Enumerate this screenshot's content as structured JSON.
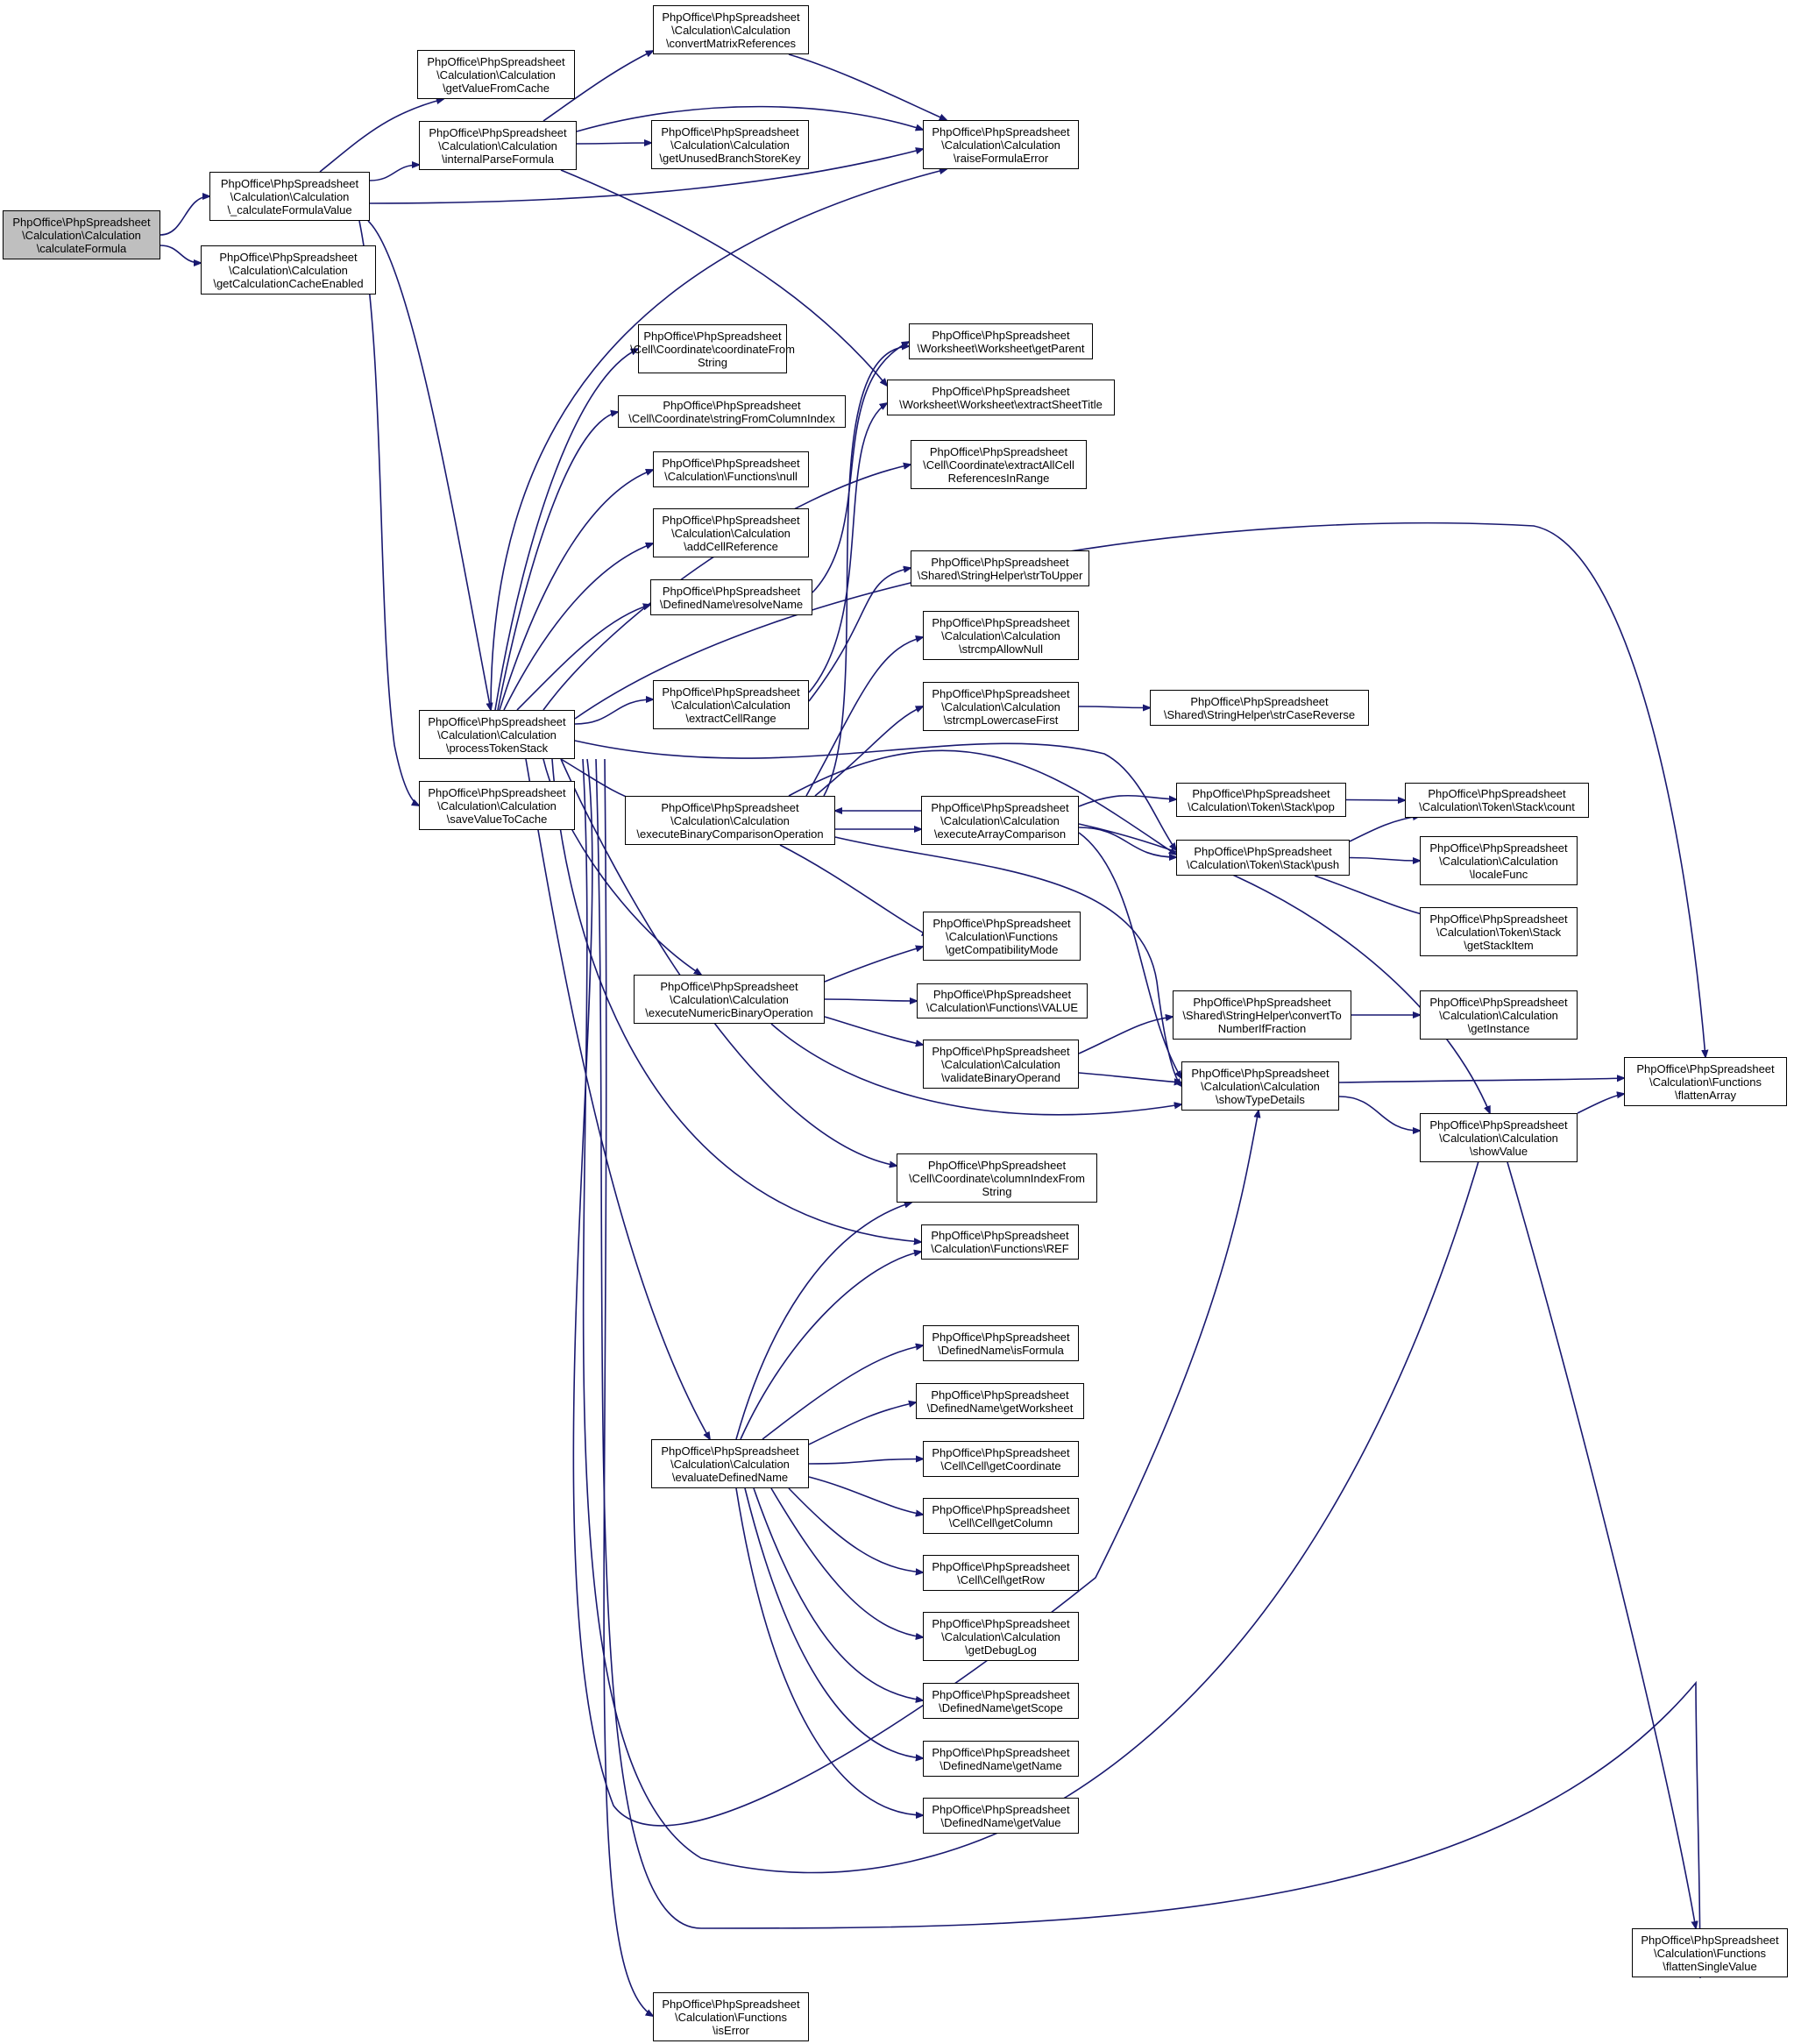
{
  "colors": {
    "edge": "#191970",
    "root_fill": "#bfbfbf",
    "node_fill": "#ffffff",
    "border": "#000000"
  },
  "nodes": {
    "calculateFormula": [
      "PhpOffice\\PhpSpreadsheet",
      "\\Calculation\\Calculation",
      "\\calculateFormula"
    ],
    "_calculateFormulaValue": [
      "PhpOffice\\PhpSpreadsheet",
      "\\Calculation\\Calculation",
      "\\_calculateFormulaValue"
    ],
    "getCalculationCacheEnabled": [
      "PhpOffice\\PhpSpreadsheet",
      "\\Calculation\\Calculation",
      "\\getCalculationCacheEnabled"
    ],
    "getValueFromCache": [
      "PhpOffice\\PhpSpreadsheet",
      "\\Calculation\\Calculation",
      "\\getValueFromCache"
    ],
    "internalParseFormula": [
      "PhpOffice\\PhpSpreadsheet",
      "\\Calculation\\Calculation",
      "\\internalParseFormula"
    ],
    "convertMatrixReferences": [
      "PhpOffice\\PhpSpreadsheet",
      "\\Calculation\\Calculation",
      "\\convertMatrixReferences"
    ],
    "getUnusedBranchStoreKey": [
      "PhpOffice\\PhpSpreadsheet",
      "\\Calculation\\Calculation",
      "\\getUnusedBranchStoreKey"
    ],
    "raiseFormulaError": [
      "PhpOffice\\PhpSpreadsheet",
      "\\Calculation\\Calculation",
      "\\raiseFormulaError"
    ],
    "processTokenStack": [
      "PhpOffice\\PhpSpreadsheet",
      "\\Calculation\\Calculation",
      "\\processTokenStack"
    ],
    "saveValueToCache": [
      "PhpOffice\\PhpSpreadsheet",
      "\\Calculation\\Calculation",
      "\\saveValueToCache"
    ],
    "coordinateFromString": [
      "PhpOffice\\PhpSpreadsheet",
      "\\Cell\\Coordinate\\coordinateFrom",
      "String"
    ],
    "stringFromColumnIndex": [
      "PhpOffice\\PhpSpreadsheet",
      "\\Cell\\Coordinate\\stringFromColumnIndex"
    ],
    "functionsNull": [
      "PhpOffice\\PhpSpreadsheet",
      "\\Calculation\\Functions\\null"
    ],
    "addCellReference": [
      "PhpOffice\\PhpSpreadsheet",
      "\\Calculation\\Calculation",
      "\\addCellReference"
    ],
    "resolveName": [
      "PhpOffice\\PhpSpreadsheet",
      "\\DefinedName\\resolveName"
    ],
    "extractCellRange": [
      "PhpOffice\\PhpSpreadsheet",
      "\\Calculation\\Calculation",
      "\\extractCellRange"
    ],
    "getParent": [
      "PhpOffice\\PhpSpreadsheet",
      "\\Worksheet\\Worksheet\\getParent"
    ],
    "extractSheetTitle": [
      "PhpOffice\\PhpSpreadsheet",
      "\\Worksheet\\Worksheet\\extractSheetTitle"
    ],
    "extractAllCellReferencesInRange": [
      "PhpOffice\\PhpSpreadsheet",
      "\\Cell\\Coordinate\\extractAllCell",
      "ReferencesInRange"
    ],
    "strToUpper": [
      "PhpOffice\\PhpSpreadsheet",
      "\\Shared\\StringHelper\\strToUpper"
    ],
    "strcmpAllowNull": [
      "PhpOffice\\PhpSpreadsheet",
      "\\Calculation\\Calculation",
      "\\strcmpAllowNull"
    ],
    "strcmpLowercaseFirst": [
      "PhpOffice\\PhpSpreadsheet",
      "\\Calculation\\Calculation",
      "\\strcmpLowercaseFirst"
    ],
    "strCaseReverse": [
      "PhpOffice\\PhpSpreadsheet",
      "\\Shared\\StringHelper\\strCaseReverse"
    ],
    "executeBinaryComparisonOperation": [
      "PhpOffice\\PhpSpreadsheet",
      "\\Calculation\\Calculation",
      "\\executeBinaryComparisonOperation"
    ],
    "executeArrayComparison": [
      "PhpOffice\\PhpSpreadsheet",
      "\\Calculation\\Calculation",
      "\\executeArrayComparison"
    ],
    "stackPop": [
      "PhpOffice\\PhpSpreadsheet",
      "\\Calculation\\Token\\Stack\\pop"
    ],
    "stackPush": [
      "PhpOffice\\PhpSpreadsheet",
      "\\Calculation\\Token\\Stack\\push"
    ],
    "stackCount": [
      "PhpOffice\\PhpSpreadsheet",
      "\\Calculation\\Token\\Stack\\count"
    ],
    "localeFunc": [
      "PhpOffice\\PhpSpreadsheet",
      "\\Calculation\\Calculation",
      "\\localeFunc"
    ],
    "getStackItem": [
      "PhpOffice\\PhpSpreadsheet",
      "\\Calculation\\Token\\Stack",
      "\\getStackItem"
    ],
    "getCompatibilityMode": [
      "PhpOffice\\PhpSpreadsheet",
      "\\Calculation\\Functions",
      "\\getCompatibilityMode"
    ],
    "executeNumericBinaryOperation": [
      "PhpOffice\\PhpSpreadsheet",
      "\\Calculation\\Calculation",
      "\\executeNumericBinaryOperation"
    ],
    "functionsValue": [
      "PhpOffice\\PhpSpreadsheet",
      "\\Calculation\\Functions\\VALUE"
    ],
    "validateBinaryOperand": [
      "PhpOffice\\PhpSpreadsheet",
      "\\Calculation\\Calculation",
      "\\validateBinaryOperand"
    ],
    "convertToNumberIfFraction": [
      "PhpOffice\\PhpSpreadsheet",
      "\\Shared\\StringHelper\\convertTo",
      "NumberIfFraction"
    ],
    "getInstance": [
      "PhpOffice\\PhpSpreadsheet",
      "\\Calculation\\Calculation",
      "\\getInstance"
    ],
    "showTypeDetails": [
      "PhpOffice\\PhpSpreadsheet",
      "\\Calculation\\Calculation",
      "\\showTypeDetails"
    ],
    "flattenArray": [
      "PhpOffice\\PhpSpreadsheet",
      "\\Calculation\\Functions",
      "\\flattenArray"
    ],
    "showValue": [
      "PhpOffice\\PhpSpreadsheet",
      "\\Calculation\\Calculation",
      "\\showValue"
    ],
    "columnIndexFromString": [
      "PhpOffice\\PhpSpreadsheet",
      "\\Cell\\Coordinate\\columnIndexFrom",
      "String"
    ],
    "functionsRef": [
      "PhpOffice\\PhpSpreadsheet",
      "\\Calculation\\Functions\\REF"
    ],
    "isFormula": [
      "PhpOffice\\PhpSpreadsheet",
      "\\DefinedName\\isFormula"
    ],
    "getWorksheet": [
      "PhpOffice\\PhpSpreadsheet",
      "\\DefinedName\\getWorksheet"
    ],
    "evaluateDefinedName": [
      "PhpOffice\\PhpSpreadsheet",
      "\\Calculation\\Calculation",
      "\\evaluateDefinedName"
    ],
    "getCoordinate": [
      "PhpOffice\\PhpSpreadsheet",
      "\\Cell\\Cell\\getCoordinate"
    ],
    "getColumn": [
      "PhpOffice\\PhpSpreadsheet",
      "\\Cell\\Cell\\getColumn"
    ],
    "getRow": [
      "PhpOffice\\PhpSpreadsheet",
      "\\Cell\\Cell\\getRow"
    ],
    "getDebugLog": [
      "PhpOffice\\PhpSpreadsheet",
      "\\Calculation\\Calculation",
      "\\getDebugLog"
    ],
    "getScope": [
      "PhpOffice\\PhpSpreadsheet",
      "\\DefinedName\\getScope"
    ],
    "getName": [
      "PhpOffice\\PhpSpreadsheet",
      "\\DefinedName\\getName"
    ],
    "getValue": [
      "PhpOffice\\PhpSpreadsheet",
      "\\DefinedName\\getValue"
    ],
    "flattenSingleValue": [
      "PhpOffice\\PhpSpreadsheet",
      "\\Calculation\\Functions",
      "\\flattenSingleValue"
    ],
    "isError": [
      "PhpOffice\\PhpSpreadsheet",
      "\\Calculation\\Functions",
      "\\isError"
    ]
  }
}
